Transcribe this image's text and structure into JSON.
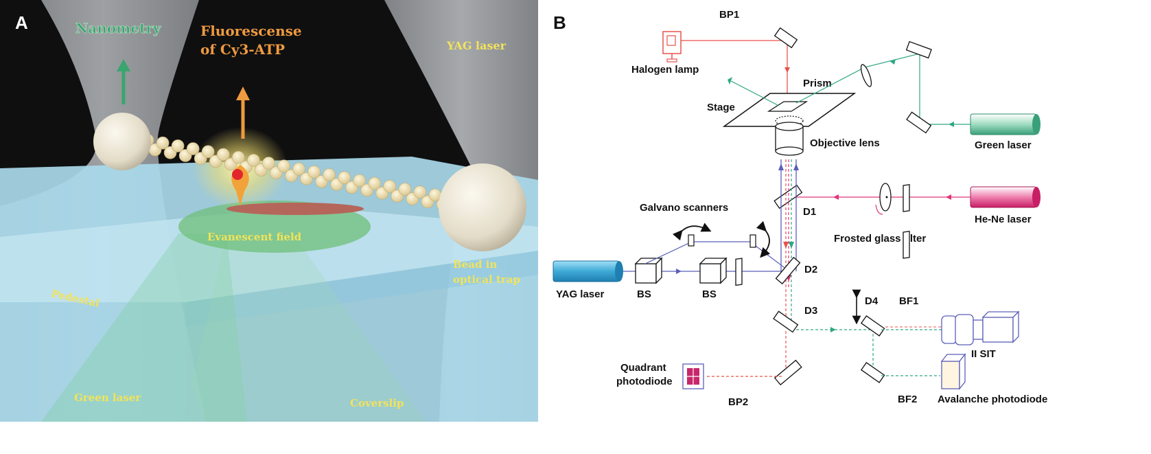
{
  "panel_a": {
    "letter": "A",
    "nanometry": "Nanometry",
    "fluorescence_line1": "Fluorescense",
    "fluorescence_line2": "of Cy3-ATP",
    "yag_laser": "YAG laser",
    "evanescent_field": "Evanescent field",
    "bead_line1": "Bead in",
    "bead_line2": "optical trap",
    "pedestal": "Pedestal",
    "green_laser": "Green laser",
    "coverslip": "Coverslip",
    "colors": {
      "background": "#0f0f10",
      "glass": "#a9d9ea",
      "evanescent": "#7fc48a",
      "label_yellow": "#f2e35a",
      "nanometry_green": "#3aa56e",
      "fluorescence_orange": "#ef9a3e",
      "bead": "#e9e3d2"
    }
  },
  "panel_b": {
    "letter": "B",
    "labels": {
      "bp1": "BP1",
      "halogen_lamp": "Halogen lamp",
      "prism": "Prism",
      "stage": "Stage",
      "objective_lens": "Objective lens",
      "green_laser": "Green laser",
      "he_ne_laser": "He-Ne laser",
      "frosted_glass_filter": "Frosted glass filter",
      "d1": "D1",
      "galvano_scanners": "Galvano scanners",
      "d2": "D2",
      "yag_laser": "YAG laser",
      "bs1": "BS",
      "bs2": "BS",
      "d3": "D3",
      "d4": "D4",
      "bf1": "BF1",
      "ii_sit": "II SIT",
      "quadrant_line1": "Quadrant",
      "quadrant_line2": "photodiode",
      "bp2": "BP2",
      "bf2": "BF2",
      "avalanche_photodiode": "Avalanche photodiode"
    },
    "colors": {
      "halogen_red": "#e8524a",
      "green_beam": "#2fa784",
      "hene_pink": "#e0357a",
      "yag_blue": "#5a5fb8",
      "yag_body": "#49b4dc",
      "green_body": "#5ec49a",
      "hene_body": "#e23d86"
    }
  }
}
